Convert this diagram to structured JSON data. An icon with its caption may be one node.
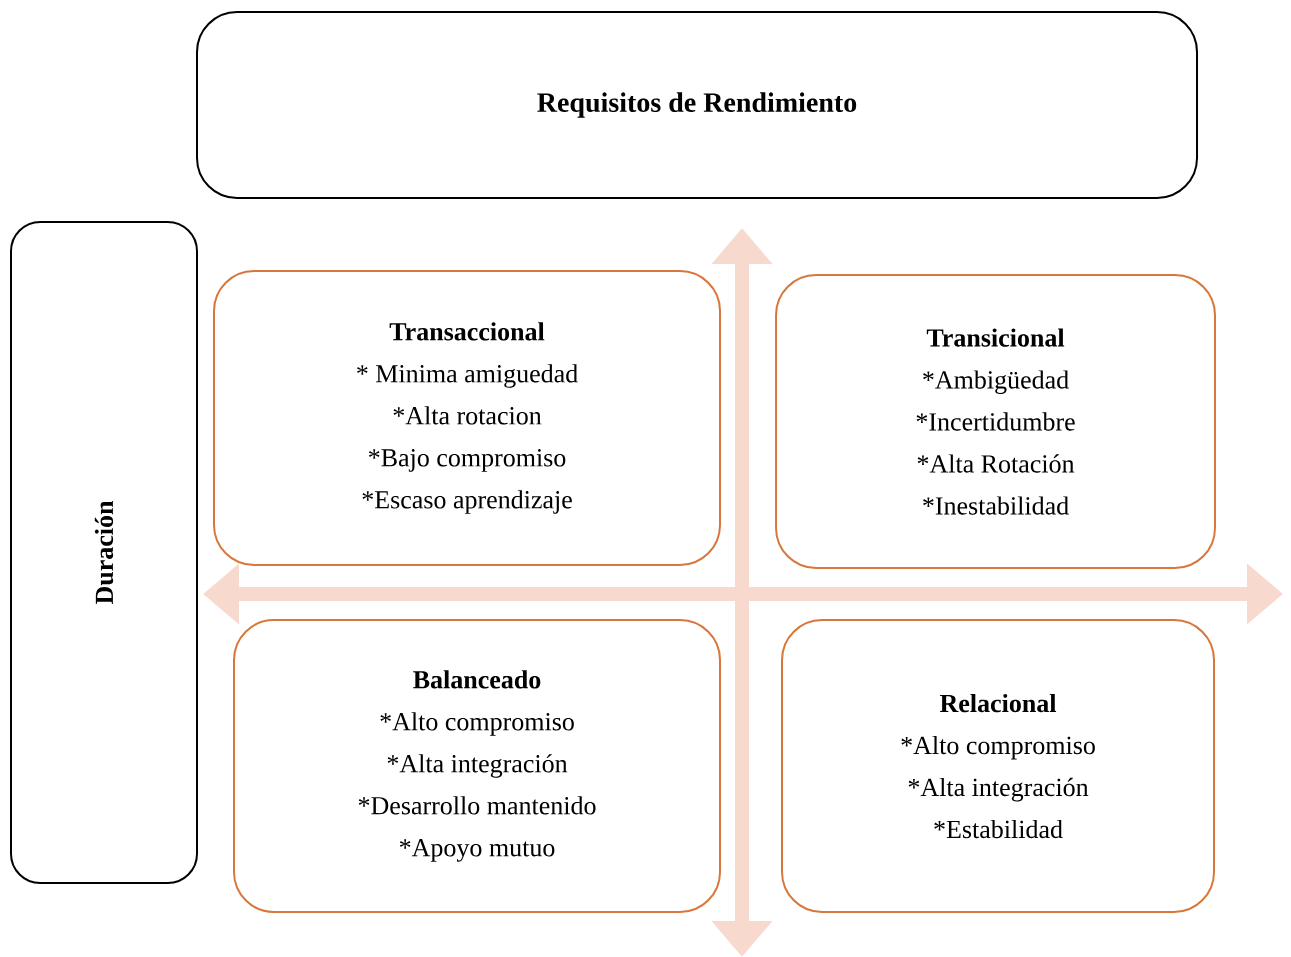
{
  "diagram": {
    "nodes": [
      {
        "text": [
          "Requisitos de Rendimiento"
        ]
      },
      {
        "text": [
          "Duración"
        ]
      },
      {
        "text": [
          "Transaccional",
          "* Minima amiguedad",
          "*Alta rotacion",
          "*Bajo compromiso",
          "*Escaso aprendizaje"
        ]
      },
      {
        "text": [
          "Transicional",
          "*Ambigüedad",
          "*Incertidumbre",
          "*Alta Rotación",
          "*Inestabilidad"
        ]
      },
      {
        "text": [
          "Balanceado",
          "*Alto compromiso",
          "*Alta integración",
          "*Desarrollo mantenido",
          "*Apoyo mutuo"
        ]
      },
      {
        "text": [
          "Relacional",
          "*Alto compromiso",
          "*Alta integración",
          "*Estabilidad"
        ]
      }
    ]
  }
}
